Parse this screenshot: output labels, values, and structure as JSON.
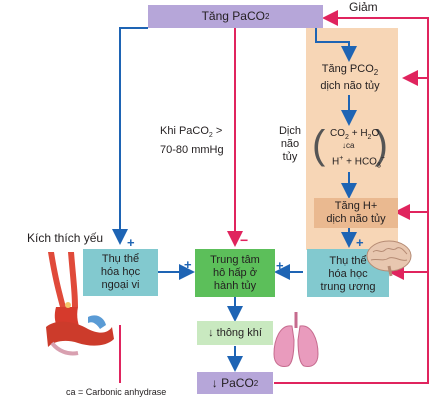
{
  "top_box": {
    "text": "Tăng PaCO",
    "sub": "2"
  },
  "decrease_label": "Giảm",
  "csf_panel": {
    "increase_pco2": {
      "line1": "Tăng PCO",
      "sub": "2",
      "line2": "dịch não tủy"
    },
    "reaction": {
      "co2": "CO",
      "co2_sub": "2",
      "plus": "+",
      "h2o": "H",
      "h2o_sub": "2",
      "h2o_o": "O",
      "ca": "ca",
      "h": "H",
      "h_sup": "+",
      "plus2": "+",
      "hco": "HCO",
      "hco_sub": "3",
      "hco_sup": "−"
    },
    "increase_h": {
      "line1": "Tăng H+",
      "line2": "dịch não tủy"
    }
  },
  "csf_label": {
    "line1": "Dịch não",
    "line2": "tủy"
  },
  "threshold_label": {
    "line1": "Khi PaCO",
    "sub": "2",
    "gt": " >",
    "line2": "70-80 mmHg"
  },
  "weak_stimulus_label": "Kích thích yếu",
  "peripheral_box": {
    "line1": "Thụ thể",
    "line2": "hóa học",
    "line3": "ngoại vi"
  },
  "center_box": {
    "line1": "Trung tâm",
    "line2": "hô hấp ở",
    "line3": "hành tủy"
  },
  "central_box": {
    "line1": "Thụ thể",
    "line2": "hóa học",
    "line3": "trung ương"
  },
  "ventilation_box": {
    "arrow": "↓",
    "text": "thông khí"
  },
  "bottom_box": {
    "arrow": "↓",
    "text": "PaCO",
    "sub": "2"
  },
  "signs": {
    "peripheral_plus": "+",
    "center_minus": "−",
    "center_left_plus": "+",
    "center_right_plus": "+",
    "central_plus": "+"
  },
  "footnote": "ca = Carbonic anhydrase",
  "colors": {
    "blue": "#1e64b4",
    "red": "#e0245e",
    "purple_box": "#b6a6d9",
    "csf_panel": "#f7d6b6",
    "teal_box": "#82c9cf",
    "green_box": "#5cbf5a",
    "light_green_box": "#c9e9c0",
    "h_box": "#eab990"
  }
}
